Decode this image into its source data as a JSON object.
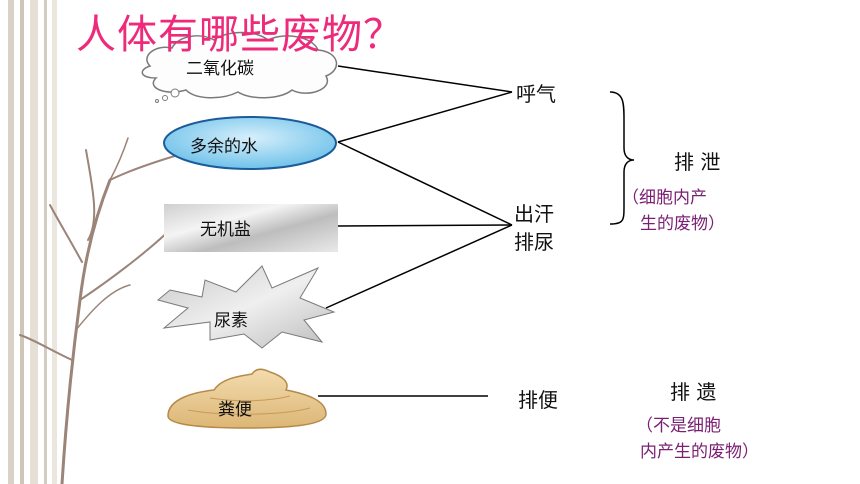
{
  "title": "人体有哪些废物？",
  "wastes": {
    "co2": "二氧化碳",
    "water": "多余的水",
    "salt": "无机盐",
    "urea": "尿素",
    "feces": "粪便"
  },
  "routes": {
    "breath": "呼气",
    "sweat": "出汗",
    "urine": "排尿",
    "defecation": "排便"
  },
  "categories": {
    "excretion": {
      "label": "排 泄",
      "note_line1": "（细胞内产",
      "note_line2": "生的废物）"
    },
    "egestion": {
      "label": "排 遗",
      "note_line1": "（不是细胞",
      "note_line2": "内产生的废物）"
    }
  },
  "colors": {
    "title": "#ee2a7b",
    "note": "#7a1f73",
    "water_fill": "#8fd0ee",
    "feces_fill": "#e9c98f"
  }
}
